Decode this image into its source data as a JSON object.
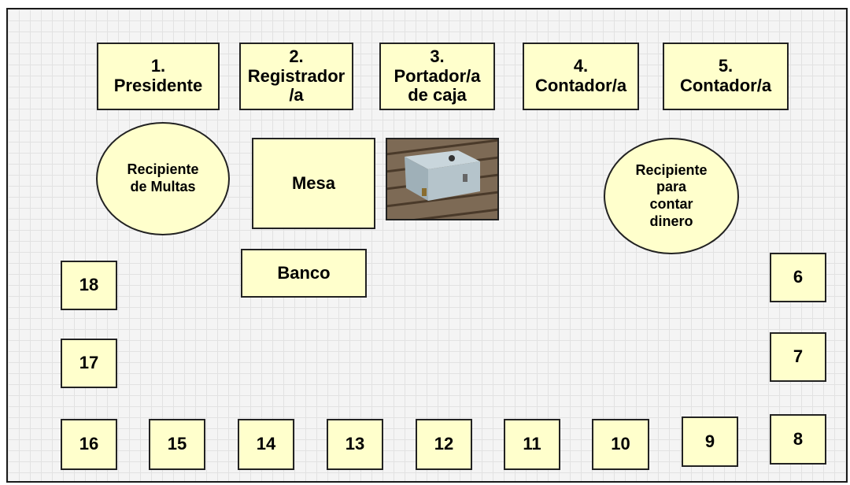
{
  "roles": [
    {
      "id": "presidente",
      "label": "1.\nPresidente"
    },
    {
      "id": "registrador",
      "label": "2.\nRegistrador\n/a"
    },
    {
      "id": "portador",
      "label": "3.\nPortador/a\nde caja"
    },
    {
      "id": "contador-1",
      "label": "4.\nContador/a"
    },
    {
      "id": "contador-2",
      "label": "5.\nContador/a"
    }
  ],
  "objects": {
    "fines_container": "Recipiente\nde Multas",
    "table": "Mesa",
    "bench": "Banco",
    "counting_container": "Recipiente\npara\ncontar\ndinero",
    "cash_box_image": "cash-box-photo"
  },
  "seats": [
    "6",
    "7",
    "8",
    "9",
    "10",
    "11",
    "12",
    "13",
    "14",
    "15",
    "16",
    "17",
    "18"
  ],
  "colors": {
    "box_fill": "#ffffcc",
    "border": "#222222",
    "background": "#f4f4f4"
  }
}
